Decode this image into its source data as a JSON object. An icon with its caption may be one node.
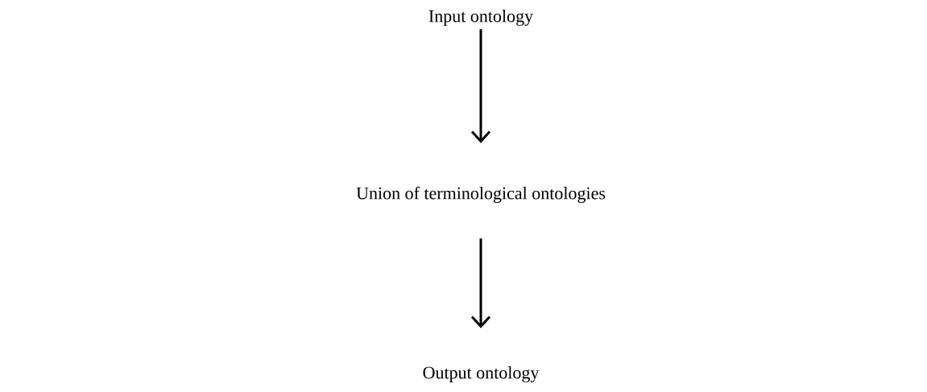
{
  "diagram": {
    "nodes": [
      {
        "text": [
          "Input ontology"
        ]
      },
      {
        "text": [
          "Union of terminological ontologies"
        ]
      },
      {
        "text": [
          "Output ontology"
        ]
      }
    ],
    "edges": [
      {
        "from": 0,
        "to": 1,
        "arrow": "to"
      },
      {
        "from": 1,
        "to": 2,
        "arrow": "to"
      }
    ]
  }
}
